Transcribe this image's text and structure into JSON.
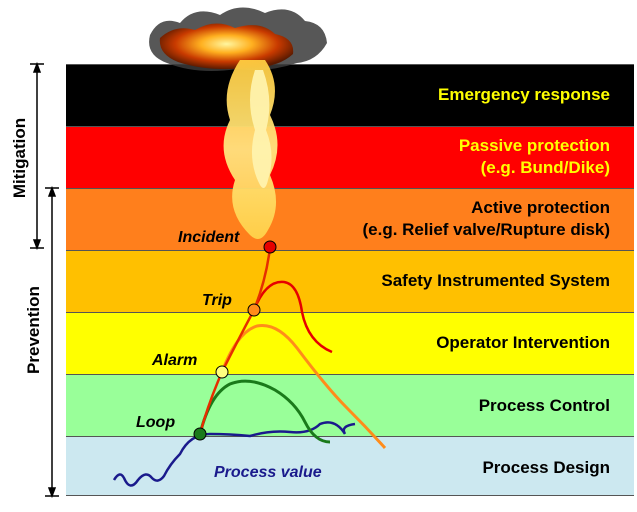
{
  "layers": [
    {
      "line1": "Emergency response",
      "line2": "",
      "bg": "#000000",
      "fg": "#ffff00"
    },
    {
      "line1": "Passive protection",
      "line2": "(e.g. Bund/Dike)",
      "bg": "#ff0000",
      "fg": "#ffff00"
    },
    {
      "line1": "Active protection",
      "line2": "(e.g. Relief valve/Rupture disk)",
      "bg": "#ff7f1c",
      "fg": "#000000"
    },
    {
      "line1": "Safety Instrumented System",
      "line2": "",
      "bg": "#ffc000",
      "fg": "#000000"
    },
    {
      "line1": "Operator Intervention",
      "line2": "",
      "bg": "#ffff00",
      "fg": "#000000"
    },
    {
      "line1": "Process Control",
      "line2": "",
      "bg": "#99ff99",
      "fg": "#000000"
    },
    {
      "line1": "Process Design",
      "line2": "",
      "bg": "#cce8f0",
      "fg": "#000000"
    }
  ],
  "side_labels": {
    "mitigation": "Mitigation",
    "prevention": "Prevention"
  },
  "points": {
    "incident": "Incident",
    "trip": "Trip",
    "alarm": "Alarm",
    "loop": "Loop"
  },
  "process_value": "Process value",
  "colors": {
    "process_value": "#1a1a8c",
    "loop_curve": "#1a7a1a",
    "alarm_curve": "#ff8c1a",
    "trip_curve": "#e60000",
    "incident_curve": "#e62e00"
  }
}
